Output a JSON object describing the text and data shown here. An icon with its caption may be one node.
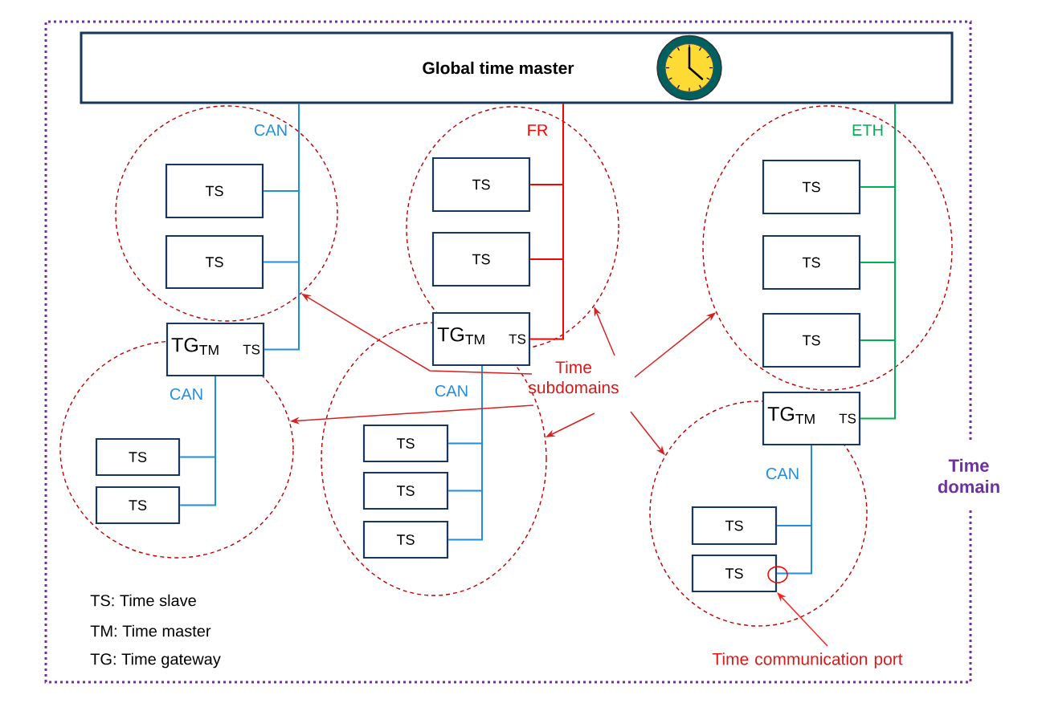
{
  "diagram": {
    "nodes": [
      {
        "text": [
          "Time domain"
        ]
      },
      {
        "text": [
          "Global time master"
        ],
        "in": 0
      },
      {
        "text": [],
        "shape": "ellipse",
        "in": 0
      },
      {
        "text": [
          "TS"
        ],
        "in": 2
      },
      {
        "text": [
          "TS"
        ],
        "in": 2
      },
      {
        "text": [],
        "shape": "ellipse",
        "in": 0
      },
      {
        "text": [
          "TS"
        ],
        "in": 5
      },
      {
        "text": [
          "TS"
        ],
        "in": 5
      },
      {
        "text": [],
        "shape": "ellipse",
        "in": 0
      },
      {
        "text": [
          "TS"
        ],
        "in": 8
      },
      {
        "text": [
          "TS"
        ],
        "in": 8
      },
      {
        "text": [
          "TS"
        ],
        "in": 8
      },
      {
        "text": [
          "TG$_{TM}$",
          "TS"
        ],
        "in": 0
      },
      {
        "text": [
          "TG$_{TM}$",
          "TS"
        ],
        "in": 0
      },
      {
        "text": [
          "TG$_{TM}$",
          "TS"
        ],
        "in": 0
      },
      {
        "text": [],
        "shape": "ellipse",
        "in": 0
      },
      {
        "text": [
          "TS"
        ],
        "in": 15
      },
      {
        "text": [
          "TS"
        ],
        "in": 15
      },
      {
        "text": [],
        "shape": "ellipse",
        "in": 0
      },
      {
        "text": [
          "TS"
        ],
        "in": 18
      },
      {
        "text": [
          "TS"
        ],
        "in": 18
      },
      {
        "text": [
          "TS"
        ],
        "in": 18
      },
      {
        "text": [],
        "shape": "ellipse",
        "in": 0
      },
      {
        "text": [
          "TS"
        ],
        "in": 22
      },
      {
        "text": [
          "TS"
        ],
        "in": 22
      },
      {
        "text": [
          "Time subdomains"
        ],
        "in": 0
      },
      {
        "text": [
          "Time communication port"
        ],
        "in": 0
      }
    ],
    "edges": [
      {
        "from": 1,
        "to": 3,
        "arrow": "none",
        "color": "#1f8de0"
      },
      {
        "from": 1,
        "to": 4,
        "arrow": "none",
        "color": "#1f8de0"
      },
      {
        "from": 1,
        "to": 12,
        "arrow": "none",
        "color": "#1f8de0"
      },
      {
        "from": 1,
        "to": 6,
        "arrow": "none",
        "color": "#ff0000"
      },
      {
        "from": 1,
        "to": 7,
        "arrow": "none",
        "color": "#ff0000"
      },
      {
        "from": 1,
        "to": 13,
        "arrow": "none",
        "color": "#ff0000"
      },
      {
        "from": 1,
        "to": 9,
        "arrow": "none",
        "color": "#00b050"
      },
      {
        "from": 1,
        "to": 10,
        "arrow": "none",
        "color": "#00b050"
      },
      {
        "from": 1,
        "to": 11,
        "arrow": "none",
        "color": "#00b050"
      },
      {
        "from": 1,
        "to": 14,
        "arrow": "none",
        "color": "#00b050"
      },
      {
        "from": 12,
        "to": 16,
        "arrow": "none",
        "color": "#1f8de0"
      },
      {
        "from": 12,
        "to": 17,
        "arrow": "none",
        "color": "#1f8de0"
      },
      {
        "from": 13,
        "to": 19,
        "arrow": "none",
        "color": "#1f8de0"
      },
      {
        "from": 13,
        "to": 20,
        "arrow": "none",
        "color": "#1f8de0"
      },
      {
        "from": 13,
        "to": 21,
        "arrow": "none",
        "color": "#1f8de0"
      },
      {
        "from": 14,
        "to": 23,
        "arrow": "none",
        "color": "#1f8de0"
      },
      {
        "from": 14,
        "to": 24,
        "arrow": "none",
        "color": "#1f8de0"
      },
      {
        "from": 25,
        "to": 2,
        "arrow": "to",
        "color": "#d92020"
      },
      {
        "from": 25,
        "to": 15,
        "arrow": "to",
        "color": "#d92020"
      },
      {
        "from": 25,
        "to": 5,
        "arrow": "to",
        "color": "#d92020"
      },
      {
        "from": 25,
        "to": 18,
        "arrow": "to",
        "color": "#d92020"
      },
      {
        "from": 25,
        "to": 8,
        "arrow": "to",
        "color": "#d92020"
      },
      {
        "from": 25,
        "to": 22,
        "arrow": "to",
        "color": "#d92020"
      },
      {
        "from": 26,
        "to": 24,
        "arrow": "to",
        "color": "#ff2020"
      }
    ],
    "labels": [
      "CAN",
      "FR",
      "ETH",
      "CAN",
      "CAN",
      "CAN",
      "TS: Time slave",
      "TM: Time master",
      "TG: Time gateway"
    ]
  }
}
